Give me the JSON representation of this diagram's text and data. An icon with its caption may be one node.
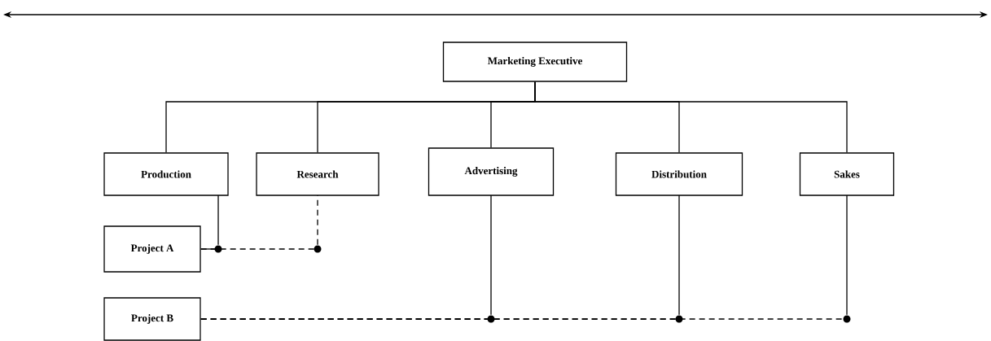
{
  "diagram": {
    "nodes": [
      {
        "text": [
          "Marketing Executive"
        ]
      },
      {
        "text": [
          "Production"
        ]
      },
      {
        "text": [
          "Research"
        ]
      },
      {
        "text": [
          "Advertising"
        ]
      },
      {
        "text": [
          "Distribution"
        ]
      },
      {
        "text": [
          "Sakes"
        ]
      },
      {
        "text": [
          "Project A"
        ]
      },
      {
        "text": [
          "Project B"
        ]
      }
    ],
    "edges": [
      {
        "from": 0,
        "to": 1,
        "arrow": "none"
      },
      {
        "from": 0,
        "to": 2,
        "arrow": "none"
      },
      {
        "from": 0,
        "to": 3,
        "arrow": "none"
      },
      {
        "from": 0,
        "to": 4,
        "arrow": "none"
      },
      {
        "from": 0,
        "to": 5,
        "arrow": "none"
      },
      {
        "from": 1,
        "to": 6,
        "arrow": "none"
      },
      {
        "from": 2,
        "to": 6,
        "arrow": "none",
        "style": "dashed"
      },
      {
        "from": 3,
        "to": 7,
        "arrow": "none",
        "style": "dashed"
      },
      {
        "from": 4,
        "to": 7,
        "arrow": "none",
        "style": "dashed"
      },
      {
        "from": 5,
        "to": 7,
        "arrow": "none",
        "style": "dashed"
      }
    ]
  }
}
